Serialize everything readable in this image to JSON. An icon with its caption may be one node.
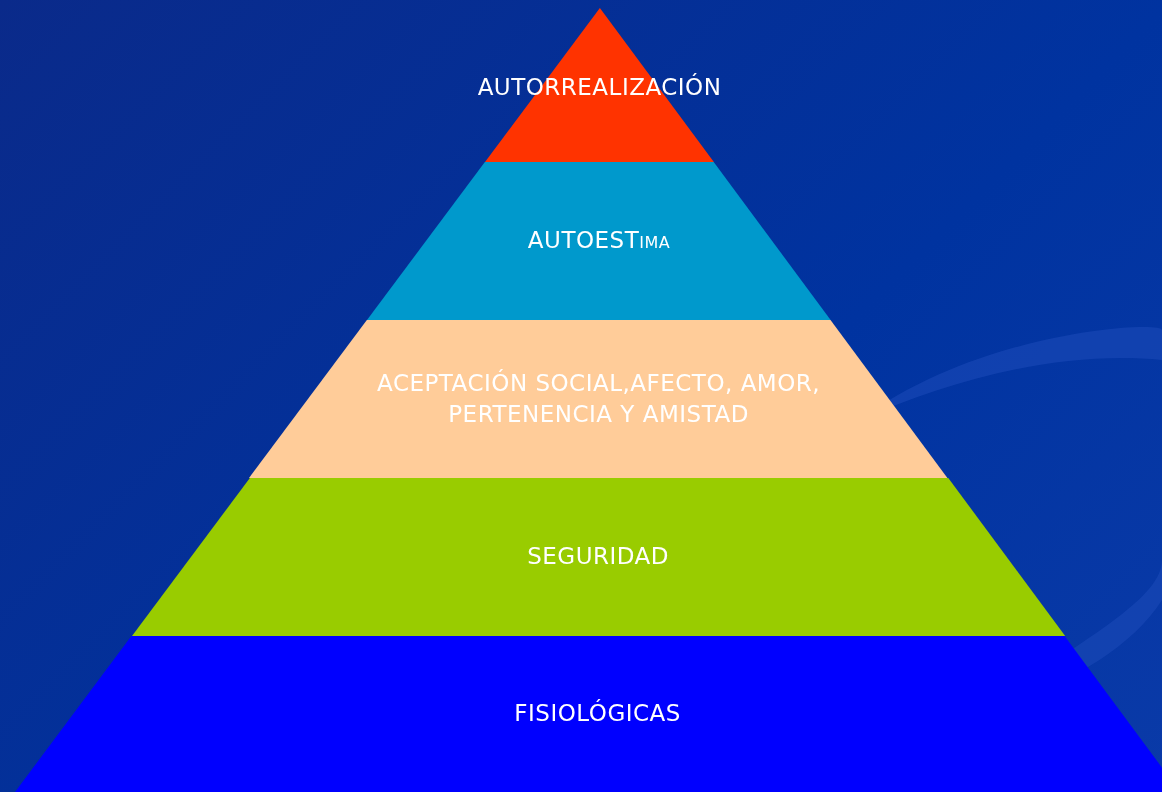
{
  "diagram": {
    "nodes": [
      {
        "text": [
          "AUTORREALIZACIÓN"
        ]
      },
      {
        "text": [
          "AUTOESTima"
        ]
      },
      {
        "text": [
          "ACEPTACIÓN SOCIAL,AFECTO, AMOR, PERTENENCIA Y AMISTAD"
        ]
      },
      {
        "text": [
          "SEGURIDAD"
        ]
      },
      {
        "text": [
          "FISIOLÓGICAS"
        ]
      }
    ]
  }
}
